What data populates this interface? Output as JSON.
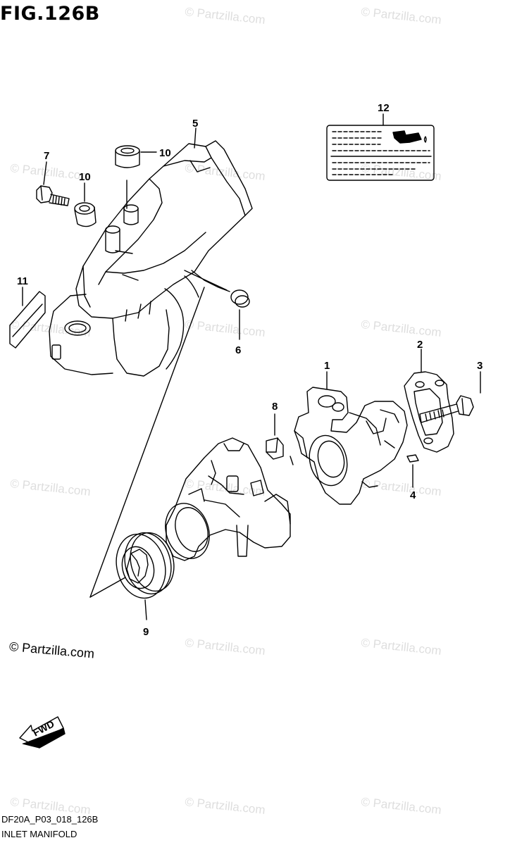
{
  "figure": {
    "title": "FIG.126B",
    "code": "DF20A_P03_018_126B",
    "subtitle": "INLET MANIFOLD"
  },
  "watermark": {
    "main": "© Partzilla.com",
    "repeated": "© Partzilla.com"
  },
  "fwd_label": "FWD",
  "parts": [
    {
      "ref": "1"
    },
    {
      "ref": "2"
    },
    {
      "ref": "3"
    },
    {
      "ref": "4"
    },
    {
      "ref": "5"
    },
    {
      "ref": "6"
    },
    {
      "ref": "7"
    },
    {
      "ref": "8"
    },
    {
      "ref": "9"
    },
    {
      "ref": "10"
    },
    {
      "ref": "10"
    },
    {
      "ref": "11"
    },
    {
      "ref": "12"
    }
  ]
}
